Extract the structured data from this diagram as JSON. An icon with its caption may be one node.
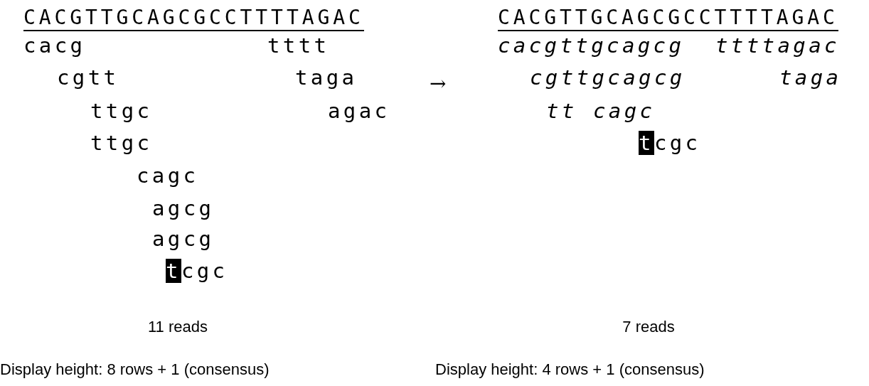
{
  "diagram": {
    "labels": [
      "CACGTTGCAGCGCCTTTTAGAC",
      "CACGTTGCAGCGCCTTTTAGAC",
      "cacg",
      "tttt",
      "cacgttgcagcg",
      "ttttagac",
      "cgtt",
      "taga",
      "→",
      "cgttgcagcg",
      "taga",
      "ttgc",
      "agac",
      "tt",
      "cagc",
      "ttgc",
      "tcgc",
      "cagc",
      "agcg",
      "agcg",
      "tcgc",
      "11 reads",
      "7 reads",
      "Display height: 8 rows + 1 (consensus)",
      "Display height: 4 rows + 1 (consensus)"
    ]
  }
}
